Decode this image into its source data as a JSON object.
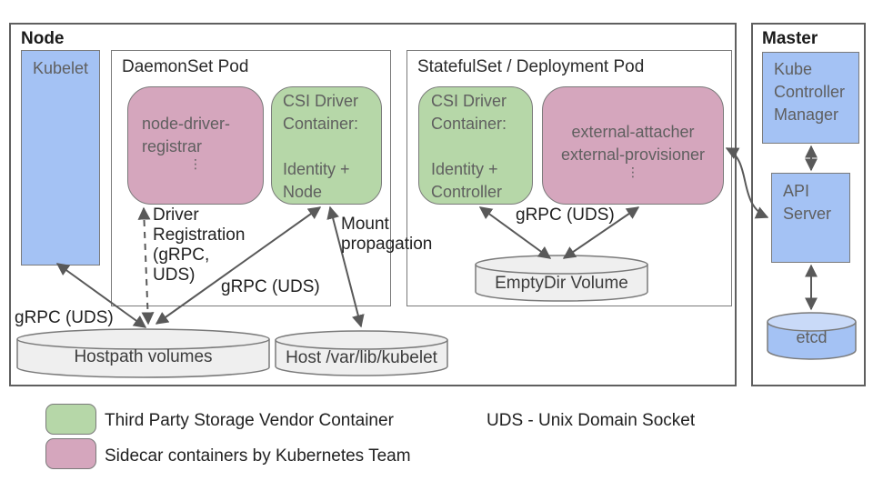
{
  "colors": {
    "blue": "#a4c2f4",
    "green": "#b6d7a8",
    "pink": "#d5a6bd",
    "cylinder_gray": "#efefef",
    "border_gray": "#7a7a7a",
    "arrow": "#595959"
  },
  "node": {
    "title": "Node",
    "kubelet_label": "Kubelet",
    "grpc_left_label": "gRPC (UDS)",
    "driver_registration_label": "Driver\nRegistration\n(gRPC,\nUDS)",
    "grpc_mid_label": "gRPC (UDS)",
    "mount_propagation_label": "Mount\npropagation",
    "daemonset_pod": {
      "title": "DaemonSet Pod",
      "registrar_label": "node-driver-registrar",
      "registrar_ellipsis": "⋮",
      "csi_driver_label": "CSI Driver\nContainer:\n\nIdentity +\nNode"
    },
    "statefulset_pod": {
      "title": "StatefulSet / Deployment Pod",
      "csi_driver_label": "CSI Driver\nContainer:\n\nIdentity +\nController",
      "sidecars_label": "external-attacher\nexternal-provisioner",
      "sidecars_ellipsis": "⋮",
      "grpc_label": "gRPC (UDS)",
      "emptydir_label": "EmptyDir Volume"
    },
    "hostpath_label": "Hostpath volumes",
    "host_kubelet_label": "Host /var/lib/kubelet"
  },
  "master": {
    "title": "Master",
    "kube_controller_manager_label": "Kube\nController\nManager",
    "api_server_label": "API\nServer",
    "etcd_label": "etcd"
  },
  "legend": {
    "green_label": "Third Party Storage Vendor Container",
    "pink_label": "Sidecar containers by Kubernetes Team",
    "uds_note": "UDS - Unix Domain Socket"
  }
}
